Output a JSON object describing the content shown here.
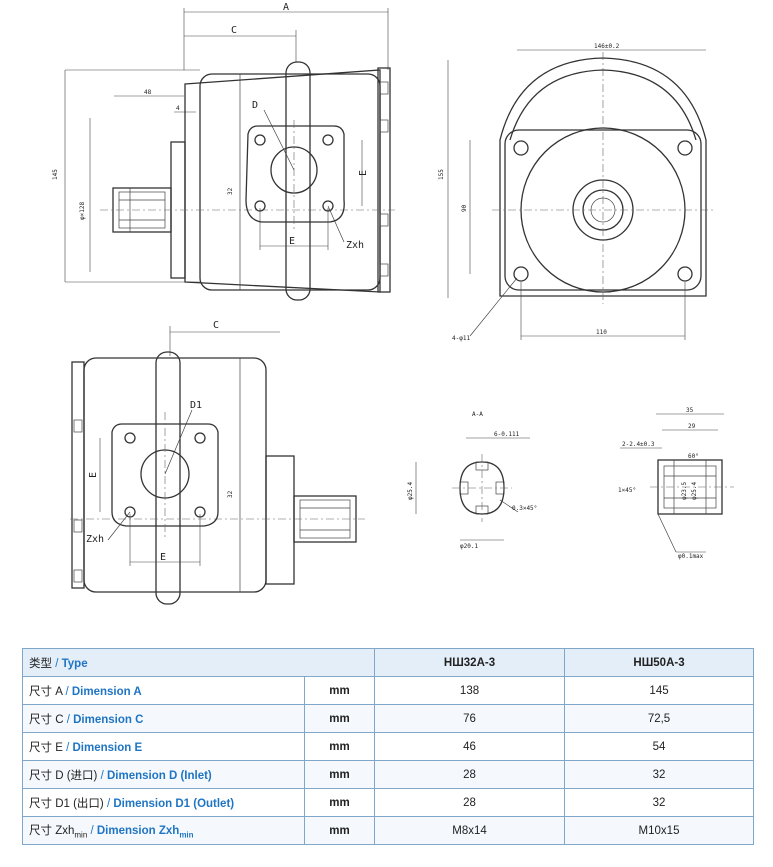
{
  "drawing": {
    "front_labels": {
      "A": "A",
      "C": "C",
      "D": "D",
      "E": "E",
      "E_vertical": "E",
      "Zxh": "Zxh",
      "dim_48": "48",
      "dim_4": "4",
      "dim_145": "145",
      "dim_phi128": "φ×128",
      "dim_32": "32"
    },
    "side_labels": {
      "top": "146±0.2",
      "height": "155",
      "mid": "90",
      "bottom": "110",
      "holes": "4-φ11"
    },
    "rear_labels": {
      "C": "C",
      "D1": "D1",
      "E": "E",
      "E_vertical": "E",
      "Zxh": "Zxh",
      "dim_32": "32"
    },
    "section_labels": {
      "title": "A-A",
      "d1": "6-0.111",
      "d2": "φ25.4",
      "d3": "φ20.1",
      "d4": "0.3×45°"
    },
    "shaft_labels": {
      "len": "35",
      "d29": "29",
      "d1": "2-2.4±0.3",
      "chamfer": "1×45°",
      "angle": "60°",
      "d2": "φ25.4",
      "d3": "φ23.5",
      "bottom": "φ0.1max"
    }
  },
  "table": {
    "header": {
      "label_zh": "类型",
      "label_en": "Type",
      "col1": "НШ32А-3",
      "col2": "НШ50А-3"
    },
    "rows": [
      {
        "label_zh": "尺寸 A",
        "label_en": "Dimension A",
        "unit": "mm",
        "v1": "138",
        "v2": "145"
      },
      {
        "label_zh": "尺寸 C",
        "label_en": "Dimension C",
        "unit": "mm",
        "v1": "76",
        "v2": "72,5"
      },
      {
        "label_zh": "尺寸 E",
        "label_en": "Dimension E",
        "unit": "mm",
        "v1": "46",
        "v2": "54"
      },
      {
        "label_zh": "尺寸 D (进口)",
        "label_en": "Dimension D (Inlet)",
        "unit": "mm",
        "v1": "28",
        "v2": "32"
      },
      {
        "label_zh": "尺寸 D1 (出口)",
        "label_en": "Dimension D1 (Outlet)",
        "unit": "mm",
        "v1": "28",
        "v2": "32"
      }
    ],
    "last_row": {
      "label_zh_main": "尺寸 Zxh",
      "label_sub": "min",
      "label_en_main": "Dimension Zxh",
      "unit": "mm",
      "v1": "M8x14",
      "v2": "M10x15"
    }
  }
}
